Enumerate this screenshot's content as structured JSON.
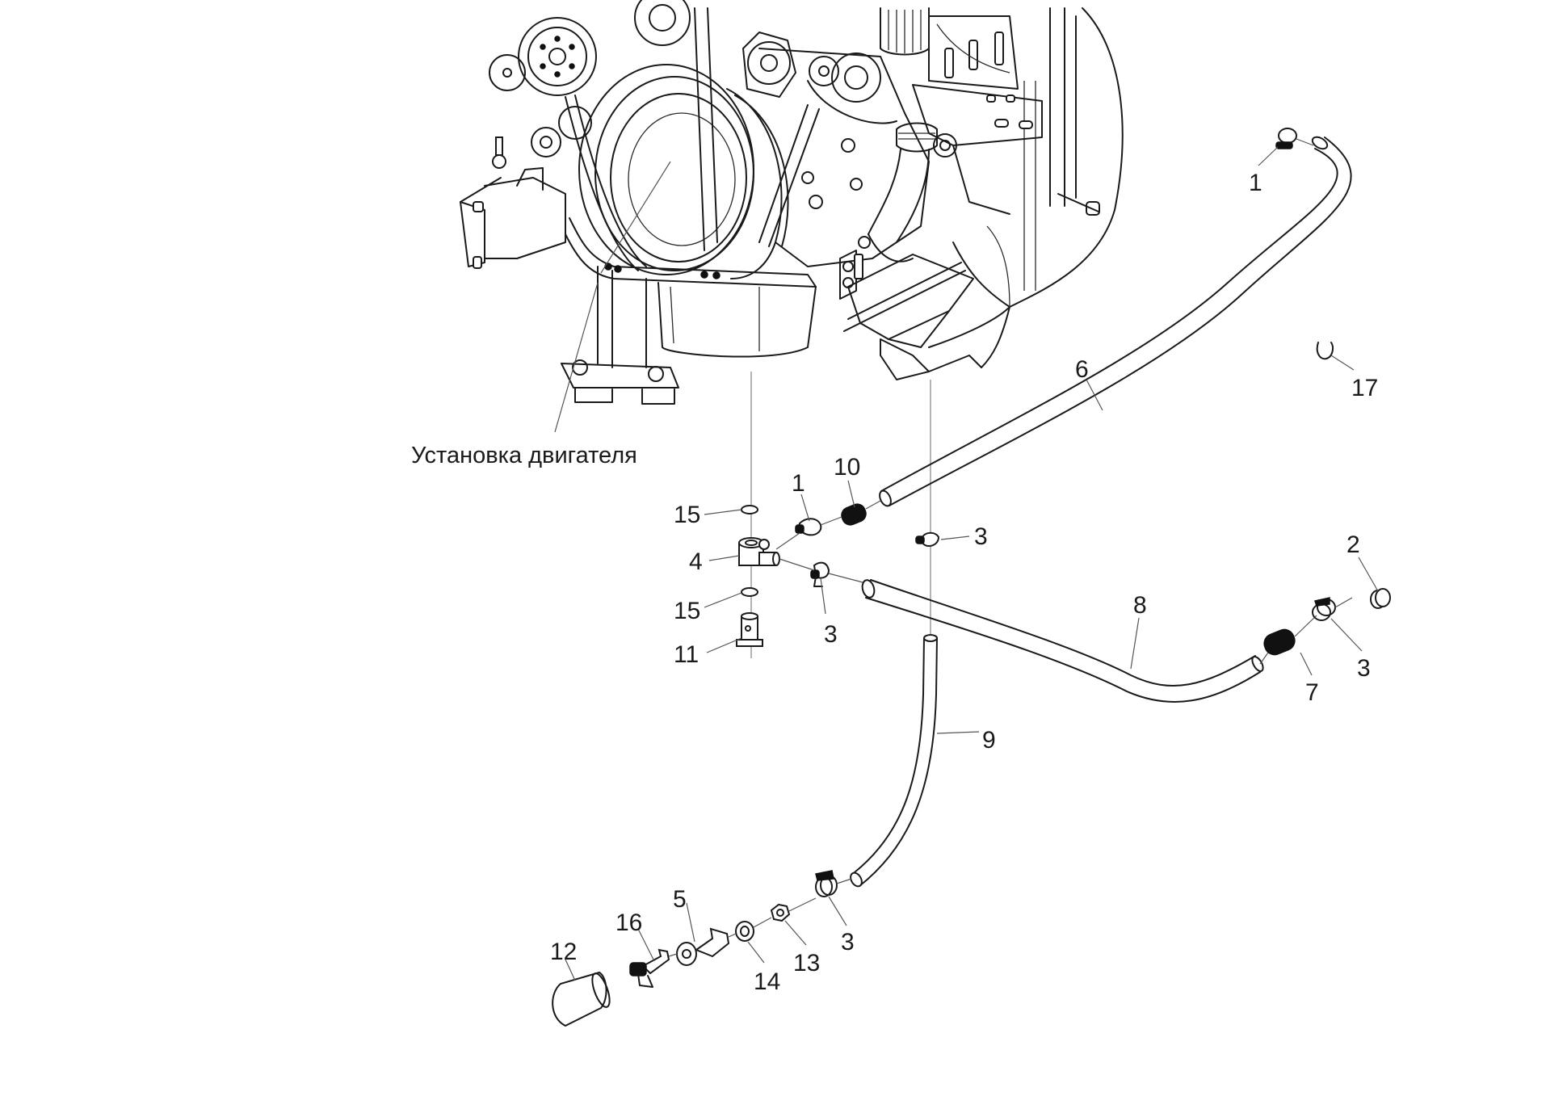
{
  "diagram": {
    "title": "Exploded view: engine fuel/drain hose installation",
    "caption": "Установка двигателя",
    "callouts": [
      {
        "id": "c1a",
        "label": "1",
        "part": "clamp"
      },
      {
        "id": "c17",
        "label": "17",
        "part": "hook clip"
      },
      {
        "id": "c6",
        "label": "6",
        "part": "hose"
      },
      {
        "id": "c10",
        "label": "10",
        "part": "spring sleeve"
      },
      {
        "id": "c1b",
        "label": "1",
        "part": "clamp"
      },
      {
        "id": "c15a",
        "label": "15",
        "part": "washer"
      },
      {
        "id": "c3a",
        "label": "3",
        "part": "clamp"
      },
      {
        "id": "c4",
        "label": "4",
        "part": "banjo fitting"
      },
      {
        "id": "c15b",
        "label": "15",
        "part": "washer"
      },
      {
        "id": "c3b",
        "label": "3",
        "part": "clamp"
      },
      {
        "id": "c11",
        "label": "11",
        "part": "banjo bolt"
      },
      {
        "id": "c2",
        "label": "2",
        "part": "plug"
      },
      {
        "id": "c8",
        "label": "8",
        "part": "hose"
      },
      {
        "id": "c3c",
        "label": "3",
        "part": "clamp"
      },
      {
        "id": "c7",
        "label": "7",
        "part": "spring sleeve"
      },
      {
        "id": "c9",
        "label": "9",
        "part": "hose"
      },
      {
        "id": "c5",
        "label": "5",
        "part": "fitting"
      },
      {
        "id": "c16",
        "label": "16",
        "part": "drain valve"
      },
      {
        "id": "c12",
        "label": "12",
        "part": "cap"
      },
      {
        "id": "c14",
        "label": "14",
        "part": "washer"
      },
      {
        "id": "c13",
        "label": "13",
        "part": "nut"
      },
      {
        "id": "c3d",
        "label": "3",
        "part": "clamp"
      }
    ]
  }
}
